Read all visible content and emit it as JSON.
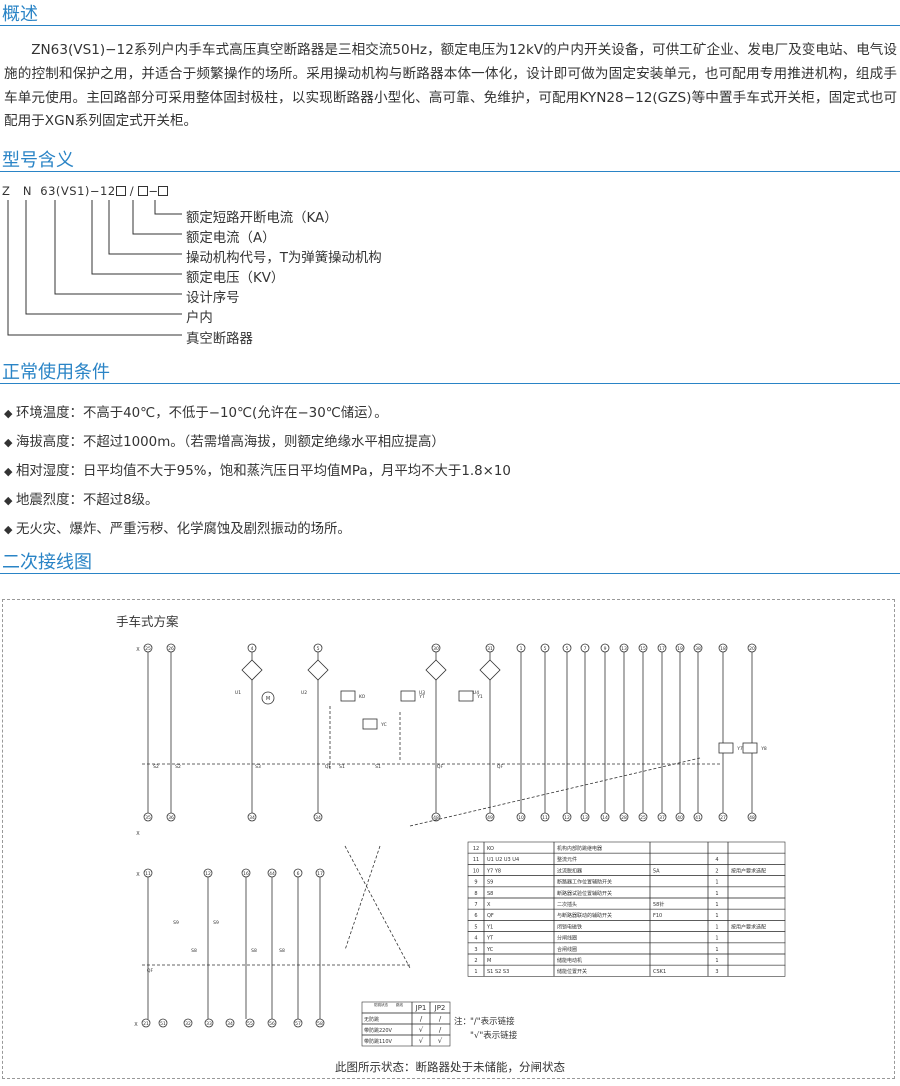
{
  "overview": {
    "title": "概述",
    "paragraph": "ZN63(VS1)−12系列户内手车式高压真空断路器是三相交流50Hz，额定电压为12kV的户内开关设备，可供工矿企业、发电厂及变电站、电气设施的控制和保护之用，并适合于频繁操作的场所。采用操动机构与断路器本体一体化，设计即可做为固定安装单元，也可配用专用推进机构，组成手车单元使用。主回路部分可采用整体固封极柱，以实现断路器小型化、高可靠、免维护，可配用KYN28−12(GZS)等中置手车式开关柜，固定式也可配用于XGN系列固定式开关柜。"
  },
  "model": {
    "title": "型号含义",
    "code": {
      "z": "Z",
      "n": "N",
      "mid": "63(VS1)−12",
      "sep1": "/",
      "sep2": "−"
    },
    "items": [
      "额定短路开断电流（KA）",
      "额定电流（A）",
      "操动机构代号，T为弹簧操动机构",
      "额定电压（KV）",
      "设计序号",
      "户内",
      "真空断路器"
    ]
  },
  "conditions": {
    "title": "正常使用条件",
    "items": [
      "环境温度：不高于40℃，不低于−10℃(允许在−30℃储运）。",
      "海拔高度：不超过1000m。（若需增高海拔，则额定绝缘水平相应提高）",
      "相对湿度：日平均值不大于95%，饱和蒸汽压日平均值MPa，月平均不大于1.8×10",
      "地震烈度：不超过8级。",
      "无火灾、爆炸、严重污秽、化学腐蚀及剧烈振动的场所。"
    ]
  },
  "wiring": {
    "title": "二次接线图",
    "scheme_title": "手车式方案",
    "caption": "此图所示状态：断路器处于未储能，分闸状态",
    "parts_table": [
      [
        "12",
        "KO",
        "机构内部防跳继电器",
        "",
        "",
        ""
      ],
      [
        "11",
        "U1 U2 U3 U4",
        "整流元件",
        "",
        "4",
        ""
      ],
      [
        "10",
        "Y7 Y8",
        "过流脱扣器",
        "5A",
        "2",
        "按用户要求选配"
      ],
      [
        "9",
        "S9",
        "断路器工作位置辅助开关",
        "",
        "1",
        ""
      ],
      [
        "8",
        "S8",
        "断路器试验位置辅助开关",
        "",
        "1",
        ""
      ],
      [
        "7",
        "X",
        "二次插头",
        "58针",
        "1",
        ""
      ],
      [
        "6",
        "QF",
        "与断路器联动的辅助开关",
        "F10",
        "1",
        ""
      ],
      [
        "5",
        "Y1",
        "闭锁电磁铁",
        "",
        "1",
        "按用户要求选配"
      ],
      [
        "4",
        "YT",
        "分闸线圈",
        "",
        "1",
        ""
      ],
      [
        "3",
        "YC",
        "合闸线圈",
        "",
        "1",
        ""
      ],
      [
        "2",
        "M",
        "储能电动机",
        "",
        "1",
        ""
      ],
      [
        "1",
        "S1 S2 S3",
        "储能位置开关",
        "CSK1",
        "3",
        ""
      ]
    ],
    "jp_table": {
      "header": [
        "防跳状态",
        "跳线",
        "JP1",
        "JP2"
      ],
      "rows": [
        [
          "无防跳",
          "/",
          "/"
        ],
        [
          "带防跳220V",
          "√",
          "/"
        ],
        [
          "带防跳110V",
          "√",
          "√"
        ]
      ],
      "note_label": "注：",
      "note1": "\"/\"表示链接",
      "note2": "\"√\"表示链接"
    },
    "top_terminals": [
      "25",
      "26",
      "4",
      "5",
      "30",
      "31",
      "1",
      "5",
      "5",
      "7",
      "9",
      "13",
      "15",
      "17",
      "19",
      "38",
      "18",
      "20",
      "47"
    ],
    "bottom_terminals": [
      "35",
      "36",
      "34",
      "34",
      "48",
      "49",
      "10",
      "11",
      "12",
      "13",
      "14",
      "28",
      "25",
      "37",
      "40",
      "41",
      "27",
      "48"
    ],
    "lower_top_terminals": [
      "11",
      "12",
      "16",
      "44",
      "6",
      "17",
      "18"
    ],
    "lower_bottom_terminals": [
      "21",
      "51",
      "32",
      "33",
      "34",
      "55",
      "56",
      "57",
      "58"
    ],
    "labels": [
      "X",
      "U1",
      "U2",
      "U3",
      "U4",
      "M",
      "KO",
      "R0",
      "JP1",
      "JP2",
      "S1",
      "S2",
      "S3",
      "QF",
      "YC",
      "YT",
      "Y1",
      "Y7",
      "Y8",
      "S8",
      "S9"
    ]
  }
}
